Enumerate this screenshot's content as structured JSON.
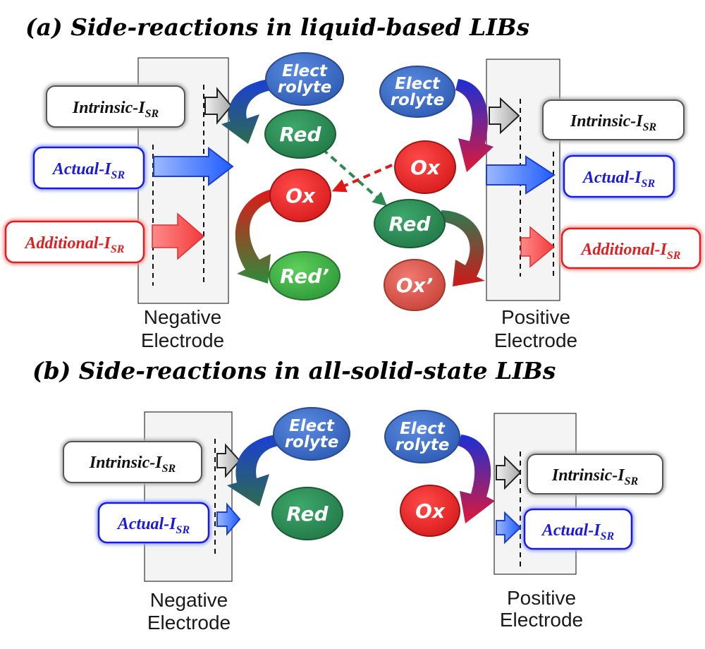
{
  "titles": {
    "a": "(a) Side-reactions in liquid-based LIBs",
    "b": "(b) Side-reactions in all-solid-state LIBs"
  },
  "electrodes": {
    "negative": [
      "Negative",
      "Electrode"
    ],
    "positive": [
      "Positive",
      "Electrode"
    ]
  },
  "labels": {
    "intrinsic": "Intrinsic-I",
    "actual": "Actual-I",
    "additional": "Additional-I",
    "subscript": "SR"
  },
  "species": {
    "electrolyte": [
      "Elect",
      "rolyte"
    ],
    "red": "Red",
    "ox": "Ox",
    "red_prime": "Red’",
    "ox_prime": "Ox’"
  },
  "colors": {
    "intrinsic": "#808080",
    "actual": "#1a1adc",
    "additional": "#e02020",
    "electrolyte": "#3a6cc4",
    "red_species": "#2e8a55",
    "ox_species": "#e03030",
    "electrode_fill": "#f4f4f4"
  }
}
